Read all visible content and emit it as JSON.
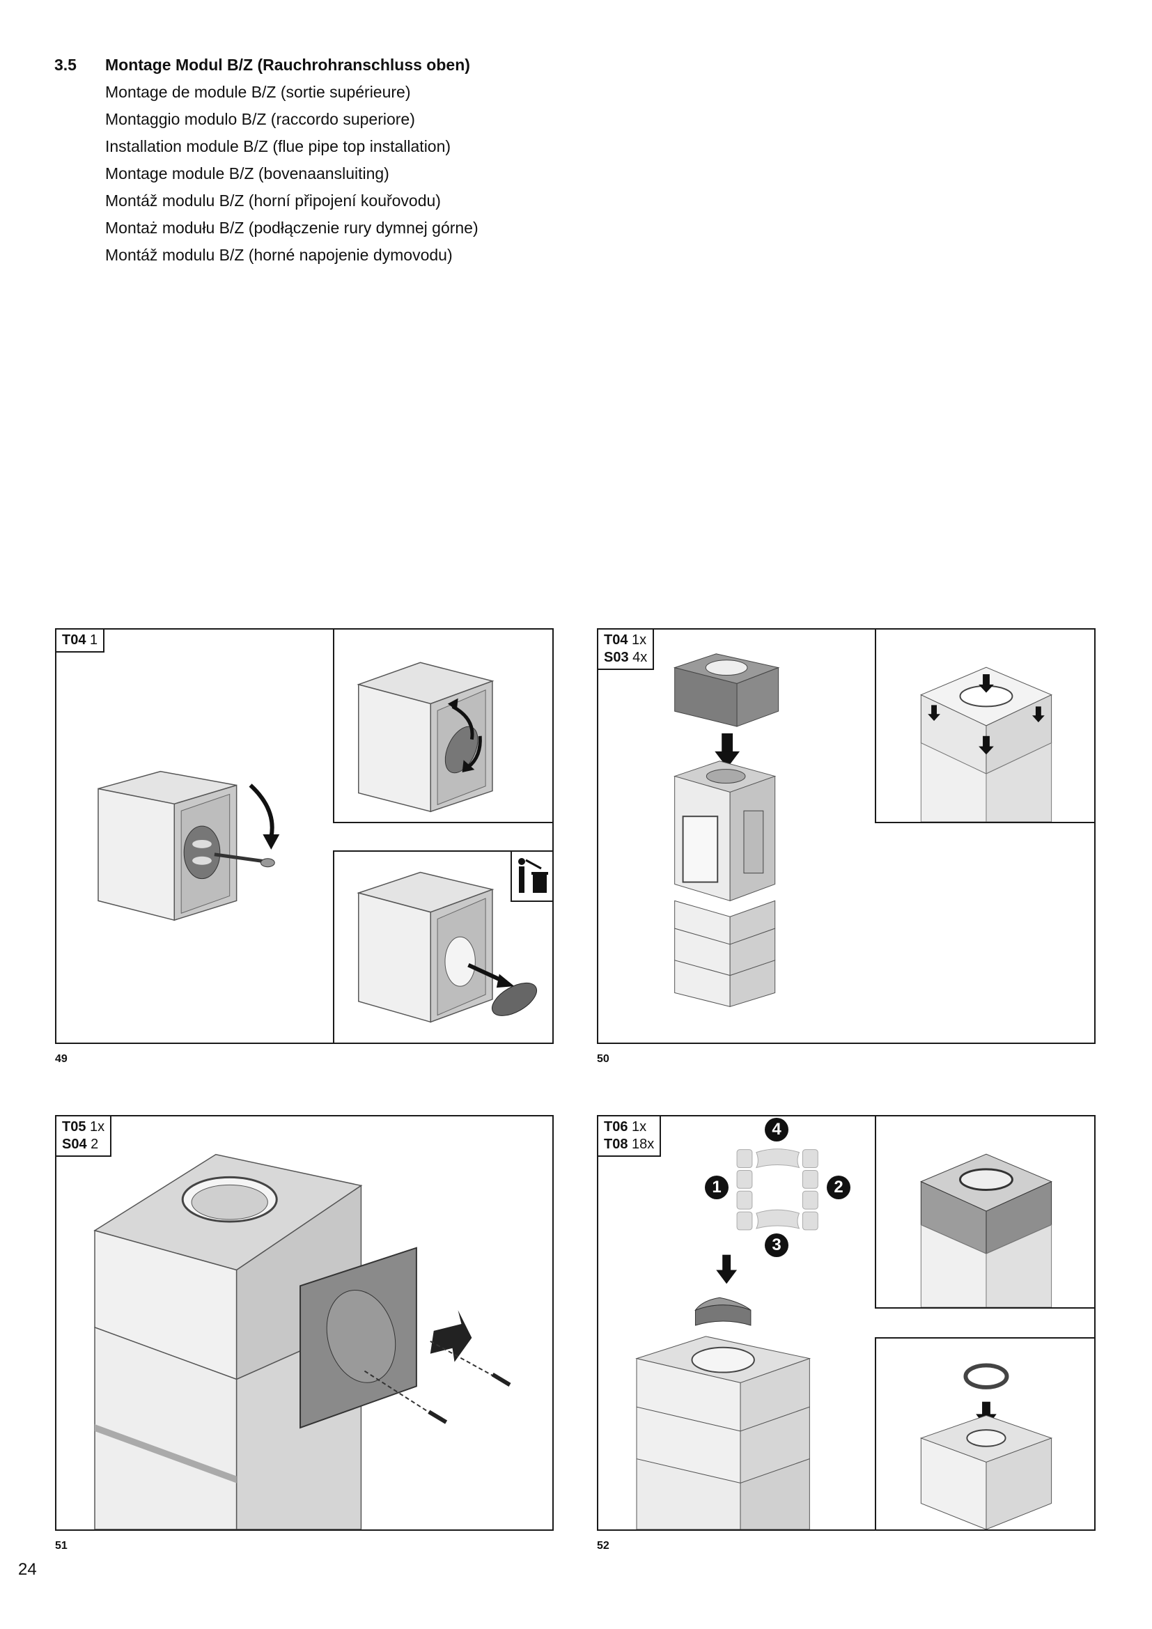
{
  "section": {
    "number": "3.5",
    "titles": [
      "Montage Modul B/Z (Rauchrohranschluss oben)",
      "Montage de module B/Z (sortie supérieure)",
      "Montaggio modulo B/Z (raccordo superiore)",
      "Installation module B/Z (flue pipe top installation)",
      "Montage module B/Z (bovenaansluiting)",
      "Montáž modulu B/Z (horní připojení kouřovodu)",
      "Montaż modułu B/Z (podłączenie rury dymnej górne)",
      "Montáž modulu B/Z (horné napojenie dymovodu)"
    ]
  },
  "figures": [
    {
      "number": "49",
      "parts": [
        {
          "code": "T04",
          "qty": "1"
        }
      ]
    },
    {
      "number": "50",
      "parts": [
        {
          "code": "T04",
          "qty": "1x"
        },
        {
          "code": "S03",
          "qty": "4x"
        }
      ]
    },
    {
      "number": "51",
      "parts": [
        {
          "code": "T05",
          "qty": "1x"
        },
        {
          "code": "S04",
          "qty": "2"
        }
      ]
    },
    {
      "number": "52",
      "parts": [
        {
          "code": "T06",
          "qty": "1x"
        },
        {
          "code": "T08",
          "qty": "18x"
        }
      ],
      "steps": [
        "4",
        "1",
        "2",
        "3"
      ]
    }
  ],
  "icons": {
    "recycle": "waste-bin-icon"
  },
  "page_number": "24"
}
